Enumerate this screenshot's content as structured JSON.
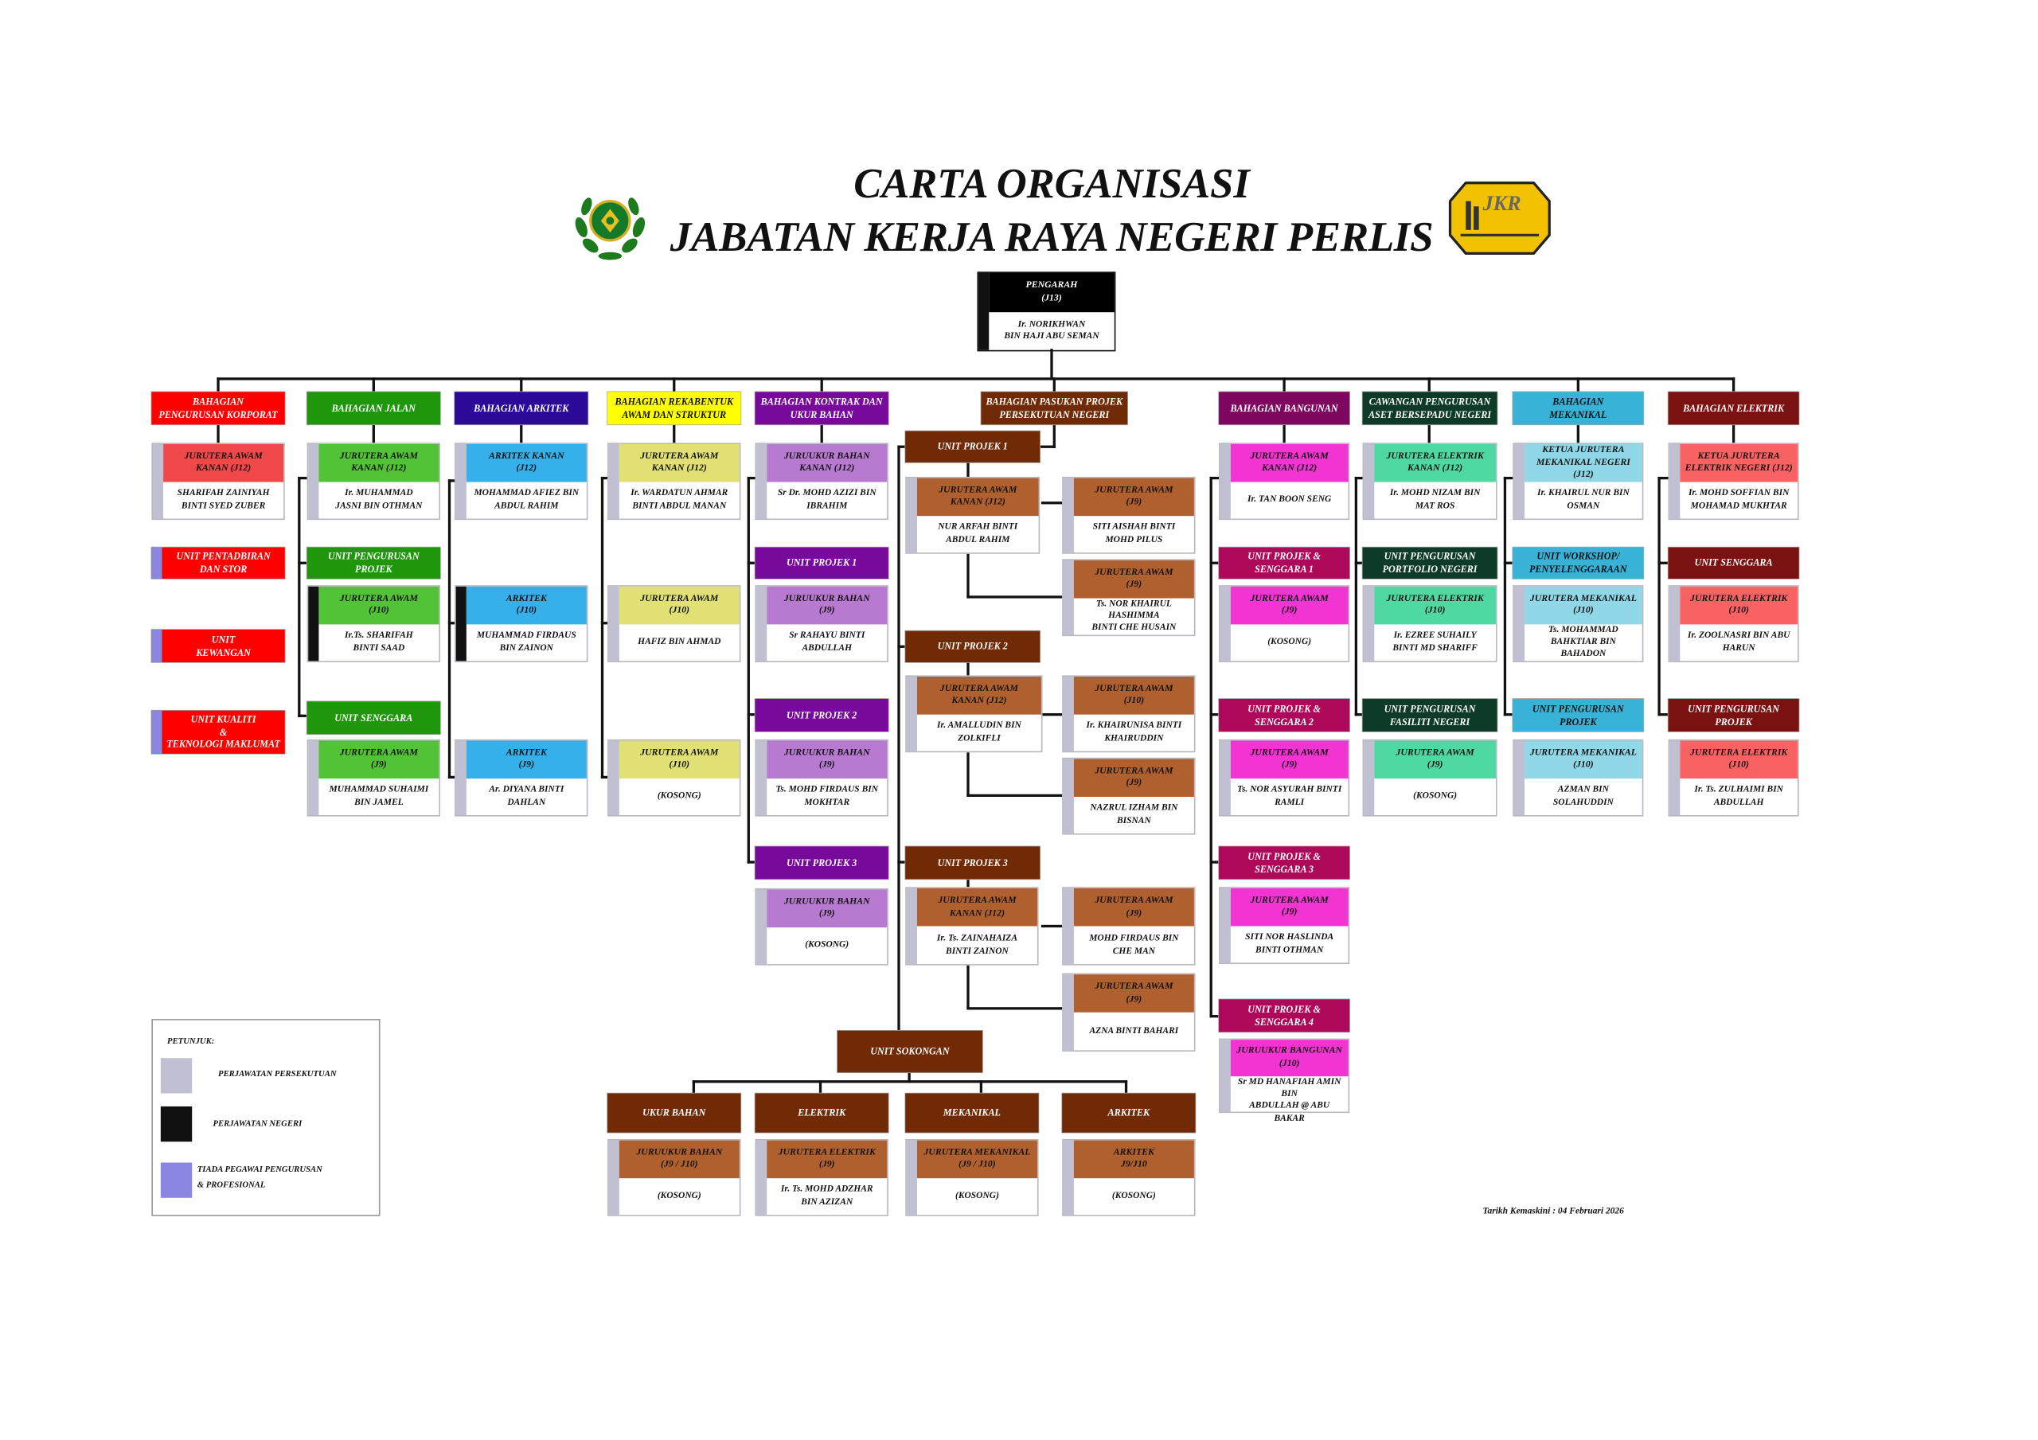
{
  "header": {
    "title_line1": "CARTA ORGANISASI",
    "title_line2": "JABATAN KERJA RAYA NEGERI PERLIS",
    "logo_text": "JKR"
  },
  "director": {
    "title": "PENGARAH\n(J13)",
    "name": "Ir. NORIKHWAN\nBIN HAJI ABU SEMAN",
    "side": "negeri"
  },
  "colors": {
    "line": "#111111",
    "card_border": "#b8b8c0"
  },
  "divisions": [
    {
      "header": "BAHAGIAN\nPENGURUSAN KORPORAT",
      "header_color": "#ff0000",
      "header_text_color": "#ffffff",
      "post_color": "#f04848",
      "unit_color": "#ff0000",
      "unit_text_color": "#ffffff",
      "items": [
        {
          "kind": "post",
          "title": "JURUTERA AWAM\nKANAN (J12)",
          "name": "SHARIFAH ZAINIYAH\nBINTI SYED ZUBER",
          "side": "persekutuan"
        },
        {
          "kind": "unit",
          "title": "UNIT PENTADBIRAN\nDAN STOR",
          "side": "tiada"
        },
        {
          "kind": "unit",
          "title": "UNIT\nKEWANGAN",
          "side": "tiada"
        },
        {
          "kind": "unit",
          "title": "UNIT KUALITI\n&\nTEKNOLOGI MAKLUMAT",
          "side": "tiada"
        }
      ]
    },
    {
      "header": "BAHAGIAN JALAN",
      "header_color": "#1f960c",
      "header_text_color": "#ffffff",
      "post_color": "#52c236",
      "unit_color": "#1f960c",
      "unit_text_color": "#ffffff",
      "items": [
        {
          "kind": "post",
          "title": "JURUTERA AWAM\nKANAN (J12)",
          "name": "Ir. MUHAMMAD\nJASNI BIN OTHMAN",
          "side": "persekutuan"
        },
        {
          "kind": "unit",
          "title": "UNIT PENGURUSAN\nPROJEK"
        },
        {
          "kind": "post",
          "title": "JURUTERA AWAM\n(J10)",
          "name": "Ir.Ts. SHARIFAH\nBINTI  SAAD",
          "side": "negeri"
        },
        {
          "kind": "unit",
          "title": "UNIT  SENGGARA"
        },
        {
          "kind": "post",
          "title": "JURUTERA AWAM\n(J9)",
          "name": "MUHAMMAD SUHAIMI\nBIN JAMEL",
          "side": "persekutuan"
        }
      ]
    },
    {
      "header": "BAHAGIAN ARKITEK",
      "header_color": "#2c0a98",
      "header_text_color": "#ffffff",
      "post_color": "#36b0ea",
      "unit_color": "#2c0a98",
      "unit_text_color": "#ffffff",
      "items": [
        {
          "kind": "post",
          "title": "ARKITEK KANAN\n(J12)",
          "name": "MOHAMMAD AFIEZ BIN\nABDUL RAHIM",
          "side": "persekutuan"
        },
        {
          "kind": "post",
          "title": "ARKITEK\n(J10)",
          "name": "MUHAMMAD FIRDAUS\nBIN ZAINON",
          "side": "negeri"
        },
        {
          "kind": "post",
          "title": "ARKITEK\n(J9)",
          "name": "Ar. DIYANA BINTI\nDAHLAN",
          "side": "persekutuan"
        }
      ]
    },
    {
      "header": "BAHAGIAN REKABENTUK\nAWAM DAN STRUKTUR",
      "header_color": "#ffff00",
      "header_text_color": "#111111",
      "post_color": "#e0e074",
      "unit_color": "#ffff00",
      "unit_text_color": "#111111",
      "items": [
        {
          "kind": "post",
          "title": "JURUTERA AWAM\nKANAN (J12)",
          "name": "Ir. WARDATUN AHMAR\nBINTI ABDUL MANAN",
          "side": "persekutuan"
        },
        {
          "kind": "post",
          "title": "JURUTERA AWAM\n(J10)",
          "name": "HAFIZ BIN AHMAD",
          "side": "persekutuan"
        },
        {
          "kind": "post",
          "title": "JURUTERA AWAM\n(J10)",
          "name": "(KOSONG)",
          "side": "persekutuan"
        }
      ]
    },
    {
      "header": "BAHAGIAN KONTRAK DAN\nUKUR BAHAN",
      "header_color": "#770a9a",
      "header_text_color": "#ffffff",
      "post_color": "#b87ad0",
      "unit_color": "#770a9a",
      "unit_text_color": "#ffffff",
      "items": [
        {
          "kind": "post",
          "title": "JURUUKUR BAHAN\nKANAN (J12)",
          "name": "Sr Dr. MOHD AZIZI BIN\nIBRAHIM",
          "side": "persekutuan"
        },
        {
          "kind": "unit",
          "title": "UNIT PROJEK 1"
        },
        {
          "kind": "post",
          "title": "JURUUKUR BAHAN\n(J9)",
          "name": "Sr RAHAYU BINTI\nABDULLAH",
          "side": "persekutuan"
        },
        {
          "kind": "unit",
          "title": "UNIT PROJEK 2"
        },
        {
          "kind": "post",
          "title": "JURUUKUR BAHAN\n(J9)",
          "name": "Ts. MOHD FIRDAUS BIN\nMOKHTAR",
          "side": "persekutuan"
        },
        {
          "kind": "unit",
          "title": "UNIT PROJEK 3"
        },
        {
          "kind": "post",
          "title": "JURUUKUR BAHAN\n(J9)",
          "name": "(KOSONG)",
          "side": "persekutuan"
        }
      ]
    },
    {
      "header": "BAHAGIAN PASUKAN PROJEK\nPERSEKUTUAN NEGERI",
      "header_color": "#702a06",
      "header_text_color": "#ffffff",
      "post_color": "#b0602e",
      "unit_color": "#702a06",
      "unit_text_color": "#ffffff",
      "items": [
        {
          "kind": "unit",
          "title": "UNIT PROJEK 1"
        },
        {
          "kind": "post",
          "title": "JURUTERA AWAM\nKANAN (J12)",
          "name": "NUR ARFAH BINTI\nABDUL RAHIM",
          "side": "persekutuan"
        },
        {
          "kind": "post",
          "title": "JURUTERA AWAM\n(J9)",
          "name": "SITI AISHAH BINTI\nMOHD PILUS",
          "side": "persekutuan"
        },
        {
          "kind": "post",
          "title": "JURUTERA AWAM\n(J9)",
          "name": "Ts. NOR KHAIRUL HASHIMMA\nBINTI CHE HUSAIN",
          "side": "persekutuan"
        },
        {
          "kind": "unit",
          "title": "UNIT PROJEK 2"
        },
        {
          "kind": "post",
          "title": "JURUTERA AWAM\nKANAN (J12)",
          "name": "Ir. AMALLUDIN BIN\nZOLKIFLI",
          "side": "persekutuan"
        },
        {
          "kind": "post",
          "title": "JURUTERA AWAM\n(J10)",
          "name": "Ir. KHAIRUNISA BINTI\nKHAIRUDDIN",
          "side": "persekutuan"
        },
        {
          "kind": "post",
          "title": "JURUTERA AWAM\n(J9)",
          "name": "NAZRUL IZHAM BIN\nBISNAN",
          "side": "persekutuan"
        },
        {
          "kind": "unit",
          "title": "UNIT PROJEK 3"
        },
        {
          "kind": "post",
          "title": "JURUTERA AWAM\nKANAN (J12)",
          "name": "Ir. Ts. ZAINAHAIZA\nBINTI ZAINON",
          "side": "persekutuan"
        },
        {
          "kind": "post",
          "title": "JURUTERA AWAM\n(J9)",
          "name": "MOHD FIRDAUS BIN\nCHE MAN",
          "side": "persekutuan"
        },
        {
          "kind": "post",
          "title": "JURUTERA AWAM\n(J9)",
          "name": "AZNA BINTI BAHARI",
          "side": "persekutuan"
        }
      ]
    },
    {
      "header": "BAHAGIAN BANGUNAN",
      "header_color": "#7e0860",
      "header_text_color": "#ffffff",
      "post_color": "#f234d2",
      "unit_color": "#ae085a",
      "unit_text_color": "#ffffff",
      "items": [
        {
          "kind": "post",
          "title": "JURUTERA AWAM\nKANAN (J12)",
          "name": "Ir. TAN BOON SENG",
          "side": "persekutuan"
        },
        {
          "kind": "unit",
          "title": "UNIT  PROJEK &\nSENGGARA 1"
        },
        {
          "kind": "post",
          "title": "JURUTERA AWAM\n(J9)",
          "name": "(KOSONG)",
          "side": "persekutuan"
        },
        {
          "kind": "unit",
          "title": "UNIT  PROJEK &\nSENGGARA 2"
        },
        {
          "kind": "post",
          "title": "JURUTERA AWAM\n(J9)",
          "name": "Ts. NOR ASYURAH BINTI\nRAMLI",
          "side": "persekutuan"
        },
        {
          "kind": "unit",
          "title": "UNIT  PROJEK &\nSENGGARA 3"
        },
        {
          "kind": "post",
          "title": "JURUTERA AWAM\n(J9)",
          "name": "SITI NOR HASLINDA\nBINTI OTHMAN",
          "side": "persekutuan"
        },
        {
          "kind": "unit",
          "title": "UNIT  PROJEK &\nSENGGARA 4"
        },
        {
          "kind": "post",
          "title": "JURUUKUR BANGUNAN\n(J10)",
          "name": "Sr MD HANAFIAH AMIN BIN\nABDULLAH @ ABU BAKAR",
          "side": "persekutuan"
        }
      ]
    },
    {
      "header": "CAWANGAN PENGURUSAN\nASET BERSEPADU NEGERI",
      "header_color": "#0e3a28",
      "header_text_color": "#ffffff",
      "post_color": "#50d8a2",
      "unit_color": "#0e3a28",
      "unit_text_color": "#ffffff",
      "items": [
        {
          "kind": "post",
          "title": "JURUTERA ELEKTRIK\nKANAN (J12)",
          "name": "Ir. MOHD NIZAM BIN\nMAT ROS",
          "side": "persekutuan"
        },
        {
          "kind": "unit",
          "title": "UNIT PENGURUSAN\nPORTFOLIO NEGERI"
        },
        {
          "kind": "post",
          "title": "JURUTERA ELEKTRIK\n(J10)",
          "name": "Ir. EZREE SUHAILY\nBINTI MD SHARIFF",
          "side": "persekutuan"
        },
        {
          "kind": "unit",
          "title": "UNIT PENGURUSAN\nFASILITI  NEGERI"
        },
        {
          "kind": "post",
          "title": "JURUTERA AWAM\n(J9)",
          "name": "(KOSONG)",
          "side": "persekutuan"
        }
      ]
    },
    {
      "header": "BAHAGIAN\nMEKANIKAL",
      "header_color": "#38b2d6",
      "header_text_color": "#111111",
      "post_color": "#90d8e8",
      "unit_color": "#38b2d6",
      "unit_text_color": "#111111",
      "items": [
        {
          "kind": "post",
          "title": "KETUA JURUTERA\nMEKANIKAL NEGERI (J12)",
          "name": "Ir. KHAIRUL NUR BIN\nOSMAN",
          "side": "persekutuan"
        },
        {
          "kind": "unit",
          "title": "UNIT WORKSHOP/\nPENYELENGGARAAN"
        },
        {
          "kind": "post",
          "title": "JURUTERA MEKANIKAL\n(J10)",
          "name": "Ts. MOHAMMAD\nBAHKTIAR BIN BAHADON",
          "side": "persekutuan"
        },
        {
          "kind": "unit",
          "title": "UNIT PENGURUSAN\nPROJEK"
        },
        {
          "kind": "post",
          "title": "JURUTERA MEKANIKAL\n(J10)",
          "name": "AZMAN BIN\nSOLAHUDDIN",
          "side": "persekutuan"
        }
      ]
    },
    {
      "header": "BAHAGIAN ELEKTRIK",
      "header_color": "#7a1212",
      "header_text_color": "#ffffff",
      "post_color": "#f86262",
      "unit_color": "#7a1212",
      "unit_text_color": "#ffffff",
      "items": [
        {
          "kind": "post",
          "title": "KETUA JURUTERA\nELEKTRIK NEGERI (J12)",
          "name": "Ir. MOHD SOFFIAN BIN\nMOHAMAD MUKHTAR",
          "side": "persekutuan"
        },
        {
          "kind": "unit",
          "title": "UNIT SENGGARA"
        },
        {
          "kind": "post",
          "title": "JURUTERA ELEKTRIK\n(J10)",
          "name": "Ir. ZOOLNASRI BIN ABU\nHARUN",
          "side": "persekutuan"
        },
        {
          "kind": "unit",
          "title": "UNIT PENGURUSAN\nPROJEK"
        },
        {
          "kind": "post",
          "title": "JURUTERA ELEKTRIK\n(J10)",
          "name": "Ir. Ts. ZULHAIMI BIN\nABDULLAH",
          "side": "persekutuan"
        }
      ]
    }
  ],
  "sokongan": {
    "header": "UNIT  SOKONGAN",
    "header_color": "#702a06",
    "post_color": "#b0602e",
    "groups": [
      {
        "header": "UKUR BAHAN",
        "title": "JURUUKUR BAHAN\n(J9 / J10)",
        "name": "(KOSONG)",
        "side": "persekutuan"
      },
      {
        "header": "ELEKTRIK",
        "title": "JURUTERA ELEKTRIK\n(J9)",
        "name": "Ir. Ts. MOHD ADZHAR\nBIN AZIZAN",
        "side": "persekutuan"
      },
      {
        "header": "MEKANIKAL",
        "title": "JURUTERA MEKANIKAL\n(J9 / J10)",
        "name": "(KOSONG)",
        "side": "persekutuan"
      },
      {
        "header": "ARKITEK",
        "title": "ARKITEK\nJ9/J10",
        "name": "(KOSONG)",
        "side": "persekutuan"
      }
    ]
  },
  "legend": {
    "title": "PETUNJUK:",
    "items": [
      {
        "key": "persekutuan",
        "label": "PERJAWATAN PERSEKUTUAN",
        "color": "#c0c0d2"
      },
      {
        "key": "negeri",
        "label": "PERJAWATAN NEGERI",
        "color": "#111111"
      },
      {
        "key": "tiada",
        "label": "TIADA PEGAWAI PENGURUSAN\n& PROFESIONAL",
        "color": "#8a86e2"
      }
    ]
  },
  "footer": {
    "updated": "Tarikh Kemaskini : 04 Februari 2026"
  }
}
